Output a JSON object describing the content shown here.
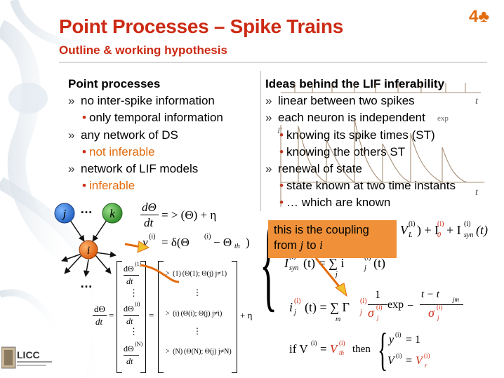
{
  "slide": {
    "title": "Point Processes – Spike Trains",
    "subtitle": "Outline & working hypothesis",
    "section_badge": "4♣"
  },
  "left_column": {
    "heading": "Point processes",
    "items": [
      {
        "level": 1,
        "mark": "»",
        "text": "no inter-spike information"
      },
      {
        "level": 2,
        "mark": "•",
        "text": "only temporal information"
      },
      {
        "level": 1,
        "mark": "»",
        "text": "any network of DS"
      },
      {
        "level": 2,
        "mark": "•",
        "text": "not inferable",
        "highlight": true
      },
      {
        "level": 1,
        "mark": "»",
        "text": "network of LIF models"
      },
      {
        "level": 2,
        "mark": "•",
        "text": "inferable",
        "highlight": true
      }
    ]
  },
  "right_column": {
    "heading": "Ideas behind the LIF inferability",
    "items": [
      {
        "level": 1,
        "mark": "»",
        "text": "linear between two spikes"
      },
      {
        "level": 1,
        "mark": "»",
        "text": "each neuron is independent"
      },
      {
        "level": 2,
        "mark": "•",
        "text": "knowing its spike times (ST)"
      },
      {
        "level": 2,
        "mark": "•",
        "text": "knowing the others ST"
      },
      {
        "level": 1,
        "mark": "»",
        "text": "renewal of state"
      },
      {
        "level": 2,
        "mark": "•",
        "text": "state known at two time instants"
      },
      {
        "level": 2,
        "mark": "•",
        "text": "… which are known"
      }
    ]
  },
  "network": {
    "node_j": "j",
    "node_k": "k",
    "node_i": "i",
    "ellipsis": "…",
    "colors": {
      "j": "#1f6fd0",
      "k": "#3aa02f",
      "i": "#e36b0c"
    }
  },
  "equations": {
    "dtheta": "dΘ",
    "dt": "dt",
    "gt": "= > (Θ) + η",
    "y_eq": "y",
    "delta": "= δ(Θ",
    "minus_th": "− Θ",
    "th": "th",
    "close": ")",
    "i_sup": "(i)",
    "one_sup": "(1)",
    "N_sup": "(N)",
    "vdots": "⋮",
    "plus_eta": "+ η",
    "row1": ">  (1) (Θ(1); Θ(j) j≠1)",
    "rowi": ">  (i) (Θ(i); Θ(j) j≠i)",
    "rowN": ">  (N) (Θ(N); Θ(j) j≠N)",
    "v_part": "V",
    "L": "L",
    "i0_part": ") + I",
    "zero": "0",
    "isyn_part": "+ I",
    "syn": "syn",
    "t_paren": "(t)",
    "isyn_eq": "I",
    "isyn_rhs": "(t) = ∑ i",
    "j_under": "j",
    "ij_lhs": "i",
    "ij_rhs": "(t) = ∑ Γ",
    "m_under": "m",
    "one": "1",
    "sigma": "σ",
    "exp": "exp",
    "minus": "−",
    "t_minus": "t − t",
    "jm": "jm",
    "if_part": "if V",
    "eq": "=",
    "Vth": "V",
    "then": "then",
    "y_i_eq": "y",
    "eq_one": "= 1",
    "V_i": "V",
    "Vr": "V",
    "r": "r"
  },
  "overlay": {
    "t_label": "t",
    "gamma_j": "Γ",
    "exp": "exp"
  },
  "callout": {
    "line1": "this is the coupling",
    "line2_prefix": "from",
    "j": "j",
    "to": "to",
    "i": "i"
  },
  "logo": {
    "name": "LICC"
  }
}
